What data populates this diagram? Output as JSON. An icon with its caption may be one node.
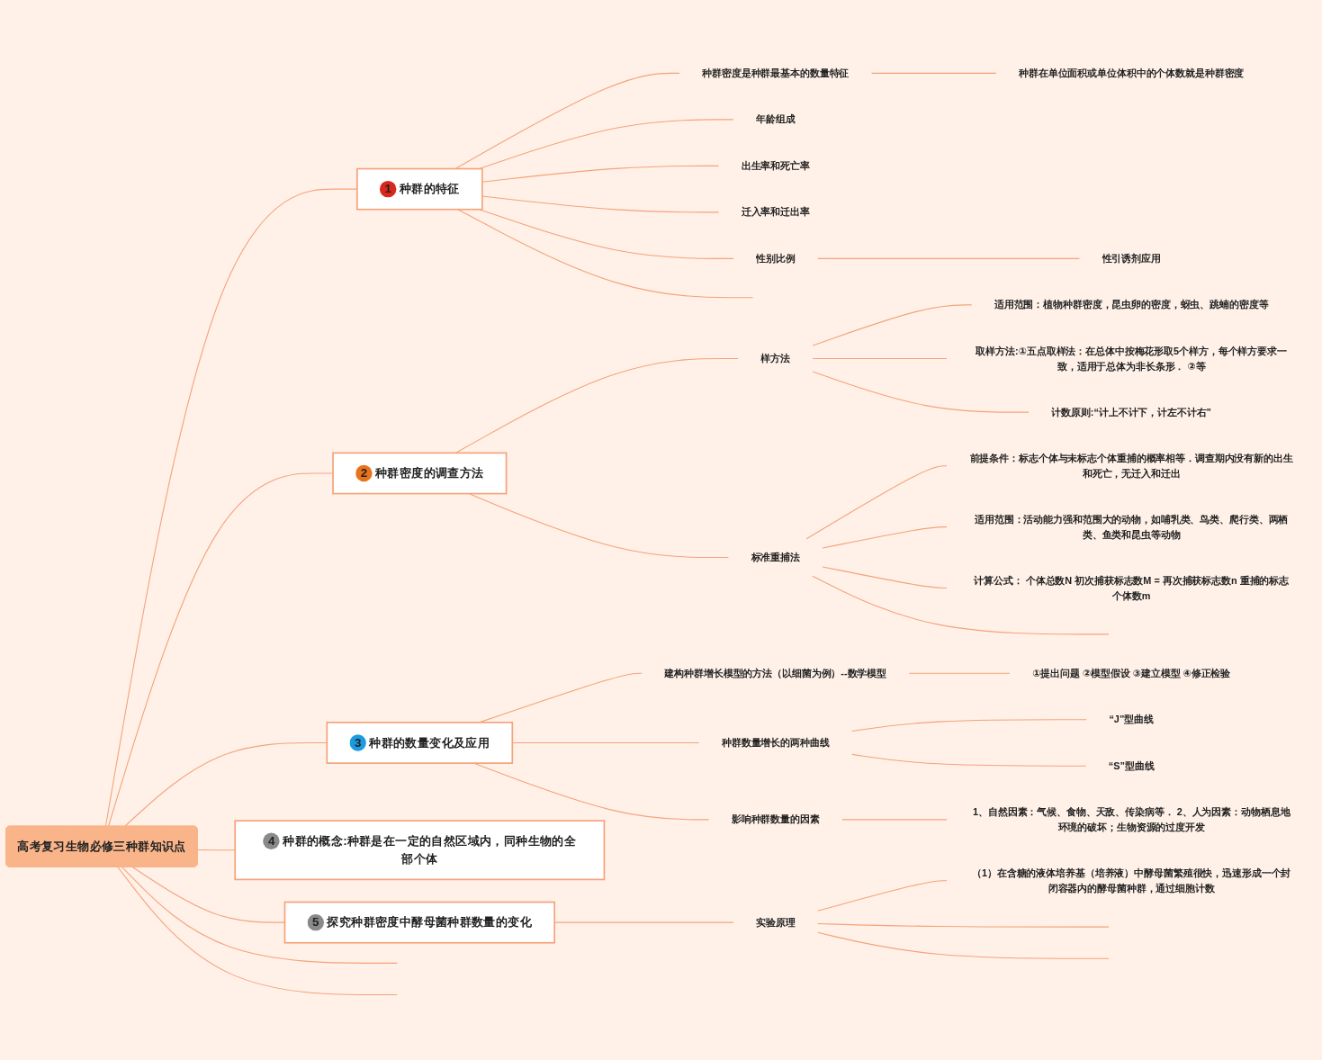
{
  "diagram": {
    "nodes": [
      {
        "text": [
          "高考复习生物必修三种群知识点"
        ]
      },
      {
        "text": [
          "1",
          "种群的特征"
        ]
      },
      {
        "text": [
          "种群密度是种群最基本的数量特征"
        ]
      },
      {
        "text": [
          "种群在单位面积或单位体积中的个体数就是种群密度"
        ]
      },
      {
        "text": [
          "年龄组成"
        ]
      },
      {
        "text": [
          "出生率和死亡率"
        ]
      },
      {
        "text": [
          "迁入率和迁出率"
        ]
      },
      {
        "text": [
          "性别比例"
        ]
      },
      {
        "text": [
          "性引诱剂应用"
        ]
      },
      {
        "text": [
          "2",
          "种群密度的调查方法"
        ]
      },
      {
        "text": [
          "样方法"
        ]
      },
      {
        "text": [
          "适用范围：植物种群密度，昆虫卵的密度，蚜虫、跳蝻的密度等"
        ]
      },
      {
        "text": [
          "取样方法:①五点取样法：在总体中按梅花形取5个样方，每个样方要求一致，适用于总体为非长条形． ②等"
        ]
      },
      {
        "text": [
          "计数原则:“计上不计下，计左不计右”"
        ]
      },
      {
        "text": [
          "标准重捕法"
        ]
      },
      {
        "text": [
          "前提条件：标志个体与未标志个体重捕的概率相等．调查期内没有新的出生和死亡，无迁入和迁出"
        ]
      },
      {
        "text": [
          "适用范围：活动能力强和范围大的动物，如哺乳类、鸟类、爬行类、两栖类、鱼类和昆虫等动物"
        ]
      },
      {
        "text": [
          "计算公式： 个体总数N 初次捕获标志数M = 再次捕获标志数n 重捕的标志个体数m"
        ]
      },
      {
        "text": [
          "3",
          "种群的数量变化及应用"
        ]
      },
      {
        "text": [
          "建构种群增长模型的方法（以细菌为例）--数学模型"
        ]
      },
      {
        "text": [
          "①提出问题 ②模型假设 ③建立模型 ④修正检验"
        ]
      },
      {
        "text": [
          "种群数量增长的两种曲线"
        ]
      },
      {
        "text": [
          "“J”型曲线"
        ]
      },
      {
        "text": [
          "“S”型曲线"
        ]
      },
      {
        "text": [
          "影响种群数量的因素"
        ]
      },
      {
        "text": [
          "1、自然因素：气候、食物、天敌、传染病等． 2、人为因素：动物栖息地环境的破坏；生物资源的过度开发"
        ]
      },
      {
        "text": [
          "4",
          "种群的概念:种群是在一定的自然区域内，同种生物的全部个体"
        ]
      },
      {
        "text": [
          "5",
          "探究种群密度中酵母菌种群数量的变化"
        ]
      },
      {
        "text": [
          "实验原理"
        ]
      },
      {
        "text": [
          "（1）在含糖的液体培养基（培养液）中酵母菌繁殖很快，迅速形成一个封闭容器内的酵母菌种群，通过细胞计数"
        ]
      }
    ],
    "edges": [
      {
        "from": 0,
        "to": 1,
        "arrow": "none"
      },
      {
        "from": 1,
        "to": 2,
        "arrow": "none"
      },
      {
        "from": 2,
        "to": 3,
        "arrow": "none"
      },
      {
        "from": 1,
        "to": 4,
        "arrow": "none"
      },
      {
        "from": 1,
        "to": 5,
        "arrow": "none"
      },
      {
        "from": 1,
        "to": 6,
        "arrow": "none"
      },
      {
        "from": 1,
        "to": 7,
        "arrow": "none"
      },
      {
        "from": 7,
        "to": 8,
        "arrow": "none"
      },
      {
        "from": 1,
        "to": null,
        "arrow": "none"
      },
      {
        "from": 0,
        "to": 9,
        "arrow": "none"
      },
      {
        "from": 9,
        "to": 10,
        "arrow": "none"
      },
      {
        "from": 10,
        "to": 11,
        "arrow": "none"
      },
      {
        "from": 10,
        "to": 12,
        "arrow": "none"
      },
      {
        "from": 10,
        "to": 13,
        "arrow": "none"
      },
      {
        "from": 9,
        "to": 14,
        "arrow": "none"
      },
      {
        "from": 14,
        "to": 15,
        "arrow": "none"
      },
      {
        "from": 14,
        "to": 16,
        "arrow": "none"
      },
      {
        "from": 14,
        "to": 17,
        "arrow": "none"
      },
      {
        "from": 14,
        "to": null,
        "arrow": "none"
      },
      {
        "from": 0,
        "to": 18,
        "arrow": "none"
      },
      {
        "from": 18,
        "to": 19,
        "arrow": "none"
      },
      {
        "from": 19,
        "to": 20,
        "arrow": "none"
      },
      {
        "from": 18,
        "to": 21,
        "arrow": "none"
      },
      {
        "from": 21,
        "to": 22,
        "arrow": "none"
      },
      {
        "from": 21,
        "to": 23,
        "arrow": "none"
      },
      {
        "from": 18,
        "to": 24,
        "arrow": "none"
      },
      {
        "from": 24,
        "to": 25,
        "arrow": "none"
      },
      {
        "from": 0,
        "to": 26,
        "arrow": "none"
      },
      {
        "from": 0,
        "to": 27,
        "arrow": "none"
      },
      {
        "from": 27,
        "to": 28,
        "arrow": "none"
      },
      {
        "from": 28,
        "to": 29,
        "arrow": "none"
      },
      {
        "from": 28,
        "to": null,
        "arrow": "none"
      },
      {
        "from": 28,
        "to": null,
        "arrow": "none"
      },
      {
        "from": 0,
        "to": null,
        "arrow": "none"
      },
      {
        "from": 0,
        "to": null,
        "arrow": "none"
      }
    ]
  }
}
